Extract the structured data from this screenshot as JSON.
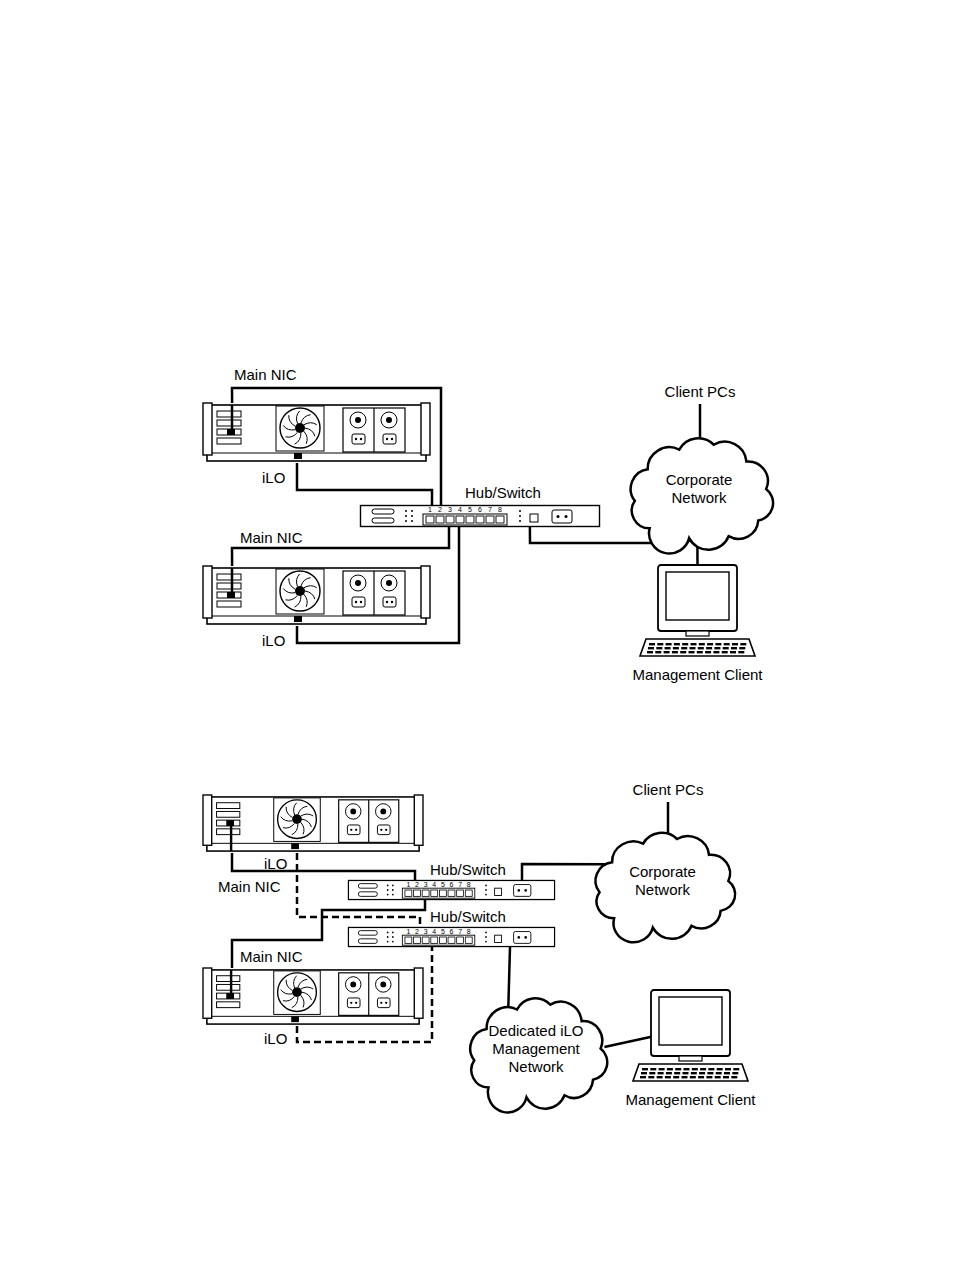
{
  "diagram": {
    "nodes": [
      {
        "text": [
          "Main NIC",
          "iLO"
        ]
      },
      {
        "text": [
          "Hub/Switch"
        ]
      },
      {
        "text": [
          "Main NIC",
          "iLO"
        ]
      },
      {
        "text": [
          "Corporate Network"
        ]
      },
      {
        "text": [
          "Management Client"
        ]
      },
      {
        "text": [
          "iLO",
          "Main NIC"
        ]
      },
      {
        "text": [
          "Hub/Switch"
        ]
      },
      {
        "text": [
          "Hub/Switch"
        ]
      },
      {
        "text": [
          "Main NIC",
          "iLO"
        ]
      },
      {
        "text": [
          "Corporate Network"
        ]
      },
      {
        "text": [
          "Dedicated iLO Management Network"
        ]
      },
      {
        "text": [
          "Management Client"
        ]
      }
    ],
    "edges": [
      {
        "from": 0,
        "to": 1,
        "arrow": "none"
      },
      {
        "from": 0,
        "to": 1,
        "arrow": "none"
      },
      {
        "from": 2,
        "to": 1,
        "arrow": "none"
      },
      {
        "from": 2,
        "to": 1,
        "arrow": "none"
      },
      {
        "from": 1,
        "to": 3,
        "arrow": "none"
      },
      {
        "from": 3,
        "to": 4,
        "arrow": "none"
      },
      {
        "from": 5,
        "to": 6,
        "arrow": "none"
      },
      {
        "from": 5,
        "to": 7,
        "arrow": "none"
      },
      {
        "from": 8,
        "to": 6,
        "arrow": "none"
      },
      {
        "from": 8,
        "to": 7,
        "arrow": "none"
      },
      {
        "from": 6,
        "to": 9,
        "arrow": "none"
      },
      {
        "from": 7,
        "to": 10,
        "arrow": "none"
      },
      {
        "from": 10,
        "to": 11,
        "arrow": "none"
      }
    ],
    "labels": [
      "Client PCs",
      "1",
      "2",
      "3",
      "4",
      "5",
      "6",
      "7",
      "8",
      "Client PCs",
      "1",
      "2",
      "3",
      "4",
      "5",
      "6",
      "7",
      "8",
      "1",
      "2",
      "3",
      "4",
      "5",
      "6",
      "7",
      "8"
    ]
  }
}
